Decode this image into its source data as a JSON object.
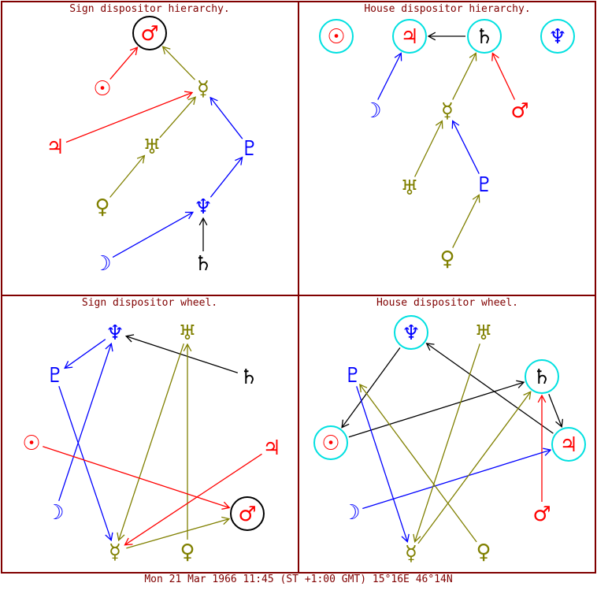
{
  "titles": {
    "sign_hierarchy": "Sign dispositor hierarchy.",
    "house_hierarchy": "House dispositor hierarchy.",
    "sign_wheel": "Sign dispositor wheel.",
    "house_wheel": "House dispositor wheel."
  },
  "footer": "Mon 21 Mar 1966 11:45 (ST +1:00 GMT)   15°16E 46°14N",
  "colors": {
    "frame": "#800000",
    "red": "#ff0000",
    "olive": "#808000",
    "blue": "#0000ff",
    "black": "#000000",
    "cyan": "#00e0e0"
  },
  "symbols": {
    "sun": "☉",
    "moon": "☽",
    "mercury": "☿",
    "venus": "♀",
    "mars": "♂",
    "jupiter": "♃",
    "saturn": "♄",
    "uranus": "♅",
    "neptune": "♆",
    "pluto": "♇"
  },
  "panels": [
    {
      "id": "sign-hierarchy",
      "title_key": "sign_hierarchy",
      "nodes": [
        {
          "id": "mars",
          "planet": "mars",
          "color": "red",
          "ring": "black"
        },
        {
          "id": "sun",
          "planet": "sun",
          "color": "red"
        },
        {
          "id": "mercury",
          "planet": "mercury",
          "color": "olive"
        },
        {
          "id": "jupiter",
          "planet": "jupiter",
          "color": "red"
        },
        {
          "id": "uranus",
          "planet": "uranus",
          "color": "olive"
        },
        {
          "id": "pluto",
          "planet": "pluto",
          "color": "blue"
        },
        {
          "id": "venus",
          "planet": "venus",
          "color": "olive"
        },
        {
          "id": "neptune",
          "planet": "neptune",
          "color": "blue"
        },
        {
          "id": "moon",
          "planet": "moon",
          "color": "blue"
        },
        {
          "id": "saturn",
          "planet": "saturn",
          "color": "black"
        }
      ],
      "edges": [
        {
          "from": "sun",
          "to": "mars",
          "color": "red"
        },
        {
          "from": "mercury",
          "to": "mars",
          "color": "olive"
        },
        {
          "from": "jupiter",
          "to": "mercury",
          "color": "red"
        },
        {
          "from": "uranus",
          "to": "mercury",
          "color": "olive"
        },
        {
          "from": "pluto",
          "to": "mercury",
          "color": "blue"
        },
        {
          "from": "venus",
          "to": "uranus",
          "color": "olive"
        },
        {
          "from": "neptune",
          "to": "pluto",
          "color": "blue"
        },
        {
          "from": "moon",
          "to": "neptune",
          "color": "blue"
        },
        {
          "from": "saturn",
          "to": "neptune",
          "color": "black"
        }
      ]
    },
    {
      "id": "house-hierarchy",
      "title_key": "house_hierarchy",
      "nodes": [
        {
          "id": "sun",
          "planet": "sun",
          "color": "red",
          "ring": "cyan"
        },
        {
          "id": "jupiter",
          "planet": "jupiter",
          "color": "red",
          "ring": "cyan"
        },
        {
          "id": "saturn",
          "planet": "saturn",
          "color": "black",
          "ring": "cyan"
        },
        {
          "id": "neptune",
          "planet": "neptune",
          "color": "blue",
          "ring": "cyan"
        },
        {
          "id": "moon",
          "planet": "moon",
          "color": "blue"
        },
        {
          "id": "mercury",
          "planet": "mercury",
          "color": "olive"
        },
        {
          "id": "mars",
          "planet": "mars",
          "color": "red"
        },
        {
          "id": "uranus",
          "planet": "uranus",
          "color": "olive"
        },
        {
          "id": "pluto",
          "planet": "pluto",
          "color": "blue"
        },
        {
          "id": "venus",
          "planet": "venus",
          "color": "olive"
        }
      ],
      "edges": [
        {
          "from": "saturn",
          "to": "jupiter",
          "color": "black"
        },
        {
          "from": "moon",
          "to": "jupiter",
          "color": "blue"
        },
        {
          "from": "mercury",
          "to": "saturn",
          "color": "olive"
        },
        {
          "from": "mars",
          "to": "saturn",
          "color": "red"
        },
        {
          "from": "uranus",
          "to": "mercury",
          "color": "olive"
        },
        {
          "from": "pluto",
          "to": "mercury",
          "color": "blue"
        },
        {
          "from": "venus",
          "to": "pluto",
          "color": "olive"
        }
      ]
    },
    {
      "id": "sign-wheel",
      "title_key": "sign_wheel",
      "nodes": [
        {
          "id": "neptune",
          "planet": "neptune",
          "color": "blue"
        },
        {
          "id": "uranus",
          "planet": "uranus",
          "color": "olive"
        },
        {
          "id": "pluto",
          "planet": "pluto",
          "color": "blue"
        },
        {
          "id": "saturn",
          "planet": "saturn",
          "color": "black"
        },
        {
          "id": "sun",
          "planet": "sun",
          "color": "red"
        },
        {
          "id": "jupiter",
          "planet": "jupiter",
          "color": "red"
        },
        {
          "id": "moon",
          "planet": "moon",
          "color": "blue"
        },
        {
          "id": "mars",
          "planet": "mars",
          "color": "red",
          "ring": "black"
        },
        {
          "id": "mercury",
          "planet": "mercury",
          "color": "olive"
        },
        {
          "id": "venus",
          "planet": "venus",
          "color": "olive"
        }
      ],
      "edges": [
        {
          "from": "saturn",
          "to": "neptune",
          "color": "black"
        },
        {
          "from": "neptune",
          "to": "pluto",
          "color": "blue"
        },
        {
          "from": "moon",
          "to": "neptune",
          "color": "blue"
        },
        {
          "from": "pluto",
          "to": "mercury",
          "color": "blue"
        },
        {
          "from": "uranus",
          "to": "mercury",
          "color": "olive"
        },
        {
          "from": "venus",
          "to": "uranus",
          "color": "olive"
        },
        {
          "from": "mercury",
          "to": "mars",
          "color": "olive"
        },
        {
          "from": "sun",
          "to": "mars",
          "color": "red"
        },
        {
          "from": "jupiter",
          "to": "mercury",
          "color": "red"
        }
      ]
    },
    {
      "id": "house-wheel",
      "title_key": "house_wheel",
      "nodes": [
        {
          "id": "neptune",
          "planet": "neptune",
          "color": "blue",
          "ring": "cyan"
        },
        {
          "id": "uranus",
          "planet": "uranus",
          "color": "olive"
        },
        {
          "id": "pluto",
          "planet": "pluto",
          "color": "blue"
        },
        {
          "id": "saturn",
          "planet": "saturn",
          "color": "black",
          "ring": "cyan"
        },
        {
          "id": "sun",
          "planet": "sun",
          "color": "red",
          "ring": "cyan"
        },
        {
          "id": "jupiter",
          "planet": "jupiter",
          "color": "red",
          "ring": "cyan"
        },
        {
          "id": "moon",
          "planet": "moon",
          "color": "blue"
        },
        {
          "id": "mars",
          "planet": "mars",
          "color": "red"
        },
        {
          "id": "mercury",
          "planet": "mercury",
          "color": "olive"
        },
        {
          "id": "venus",
          "planet": "venus",
          "color": "olive"
        }
      ],
      "edges": [
        {
          "from": "neptune",
          "to": "sun",
          "color": "black"
        },
        {
          "from": "sun",
          "to": "saturn",
          "color": "black"
        },
        {
          "from": "saturn",
          "to": "jupiter",
          "color": "black"
        },
        {
          "from": "jupiter",
          "to": "neptune",
          "color": "black"
        },
        {
          "from": "mars",
          "to": "saturn",
          "color": "red"
        },
        {
          "from": "moon",
          "to": "jupiter",
          "color": "blue"
        },
        {
          "from": "pluto",
          "to": "mercury",
          "color": "blue"
        },
        {
          "from": "uranus",
          "to": "mercury",
          "color": "olive"
        },
        {
          "from": "venus",
          "to": "pluto",
          "color": "olive"
        },
        {
          "from": "mercury",
          "to": "saturn",
          "color": "olive"
        }
      ]
    }
  ]
}
